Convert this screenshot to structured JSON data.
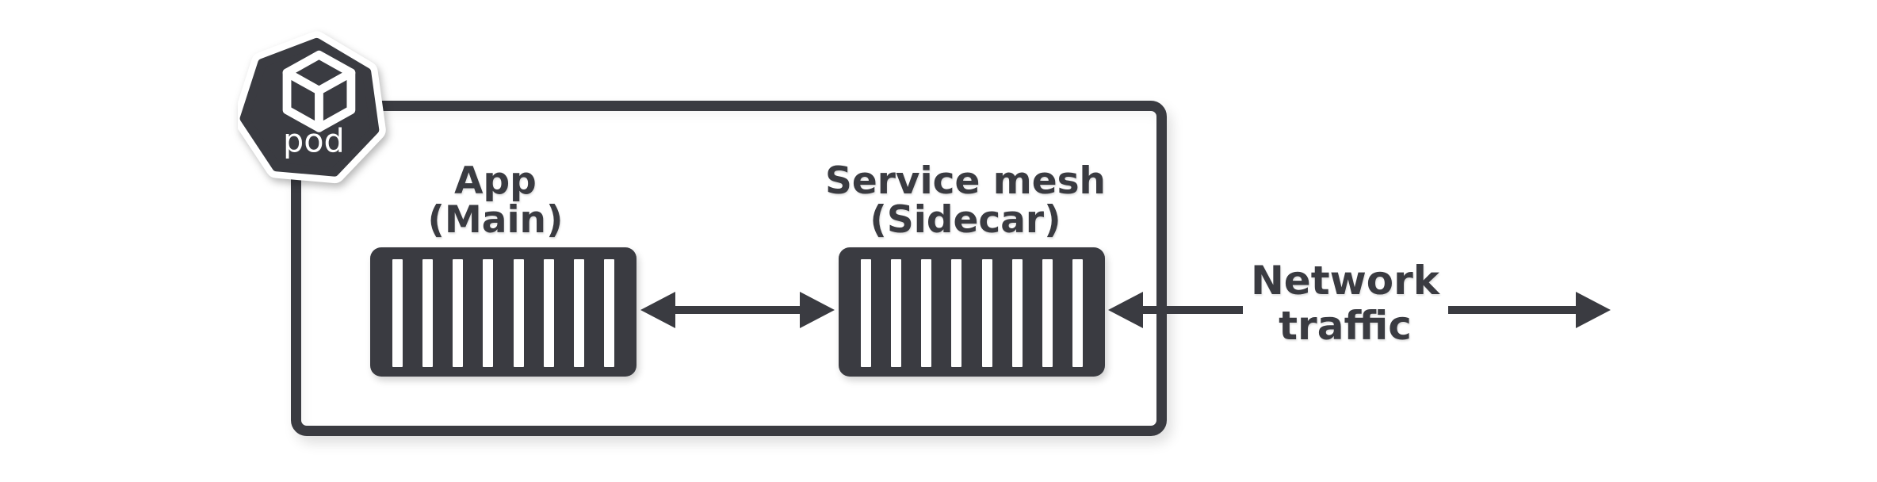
{
  "diagram": {
    "pod_badge": {
      "label": "pod"
    },
    "containers": [
      {
        "name": "app",
        "line1": "App",
        "line2": "(Main)"
      },
      {
        "name": "sidecar",
        "line1": "Service mesh",
        "line2": "(Sidecar)"
      }
    ],
    "network_label": {
      "line1": "Network",
      "line2": "traffic"
    },
    "arrows": [
      {
        "name": "app-sidecar",
        "direction": "bidirectional"
      },
      {
        "name": "inbound-traffic",
        "direction": "left-into-sidecar"
      },
      {
        "name": "outbound-traffic",
        "direction": "right-out"
      }
    ]
  },
  "colors": {
    "ink": "#3a3b41",
    "background": "#ffffff",
    "stripe": "#ffffff"
  }
}
